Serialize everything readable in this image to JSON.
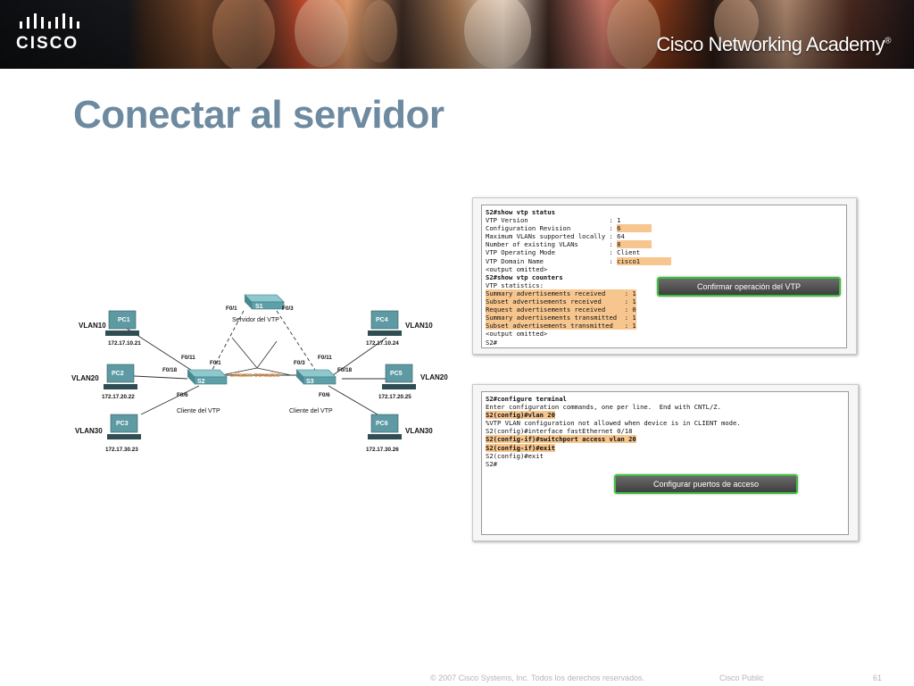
{
  "header": {
    "logo_text": "CISCO",
    "academy_name": "Cisco Networking Academy",
    "academy_mark": "®"
  },
  "slide": {
    "title": "Conectar al servidor"
  },
  "diagram": {
    "switches": [
      {
        "id": "S1",
        "role_label": "Servidor del VTP"
      },
      {
        "id": "S2",
        "role_label": "Cliente del VTP"
      },
      {
        "id": "S3",
        "role_label": "Cliente del VTP"
      }
    ],
    "trunk_label": "Enlaces troncales",
    "ports": {
      "s1_left": "F0/1",
      "s1_right": "F0/3",
      "s2_top_left": "F0/11",
      "s2_left": "F0/18",
      "s2_top": "F0/1",
      "s2_bottom": "F0/6",
      "s3_top": "F0/3",
      "s3_top_right": "F0/11",
      "s3_right": "F0/18",
      "s3_bottom": "F0/6"
    },
    "pcs": [
      {
        "name": "PC1",
        "vlan": "VLAN10",
        "ip": "172.17.10.21"
      },
      {
        "name": "PC2",
        "vlan": "VLAN20",
        "ip": "172.17.20.22"
      },
      {
        "name": "PC3",
        "vlan": "VLAN30",
        "ip": "172.17.30.23"
      },
      {
        "name": "PC4",
        "vlan": "VLAN10",
        "ip": "172.17.10.24"
      },
      {
        "name": "PC5",
        "vlan": "VLAN20",
        "ip": "172.17.20.25"
      },
      {
        "name": "PC6",
        "vlan": "VLAN30",
        "ip": "172.17.30.26"
      }
    ]
  },
  "terminal1": {
    "lines": [
      {
        "text": "S2#show vtp status",
        "bold": true
      },
      {
        "text": "VTP Version                     : 1"
      },
      {
        "text": "Configuration Revision          : ",
        "hl": "6"
      },
      {
        "text": "Maximum VLANs supported locally : 64"
      },
      {
        "text": "Number of existing VLANs        : ",
        "hl": "8"
      },
      {
        "text": "VTP Operating Mode              : Client"
      },
      {
        "text": "VTP Domain Name                 : ",
        "hl": "cisco1"
      },
      {
        "text": "<output omitted>"
      },
      {
        "text": "S2#show vtp counters",
        "bold": true
      },
      {
        "text": "VTP statistics:"
      },
      {
        "text": "Summary advertisements received     : 1",
        "hlall": true
      },
      {
        "text": "Subset advertisements received      : 1",
        "hlall": true
      },
      {
        "text": "Request advertisements received     : 0",
        "hlall": true
      },
      {
        "text": "Summary advertisements transmitted  : 1",
        "hlall": true
      },
      {
        "text": "Subset advertisements transmitted   : 1",
        "hlall": true
      },
      {
        "text": "<output omitted>"
      },
      {
        "text": "S2#"
      }
    ],
    "button_label": "Confirmar operación del VTP"
  },
  "terminal2": {
    "lines": [
      {
        "text": "S2#configure terminal",
        "bold": true
      },
      {
        "text": "Enter configuration commands, one per line.  End with CNTL/Z."
      },
      {
        "text": "S2(config)#vlan 20",
        "hlall": true,
        "bold": true
      },
      {
        "text": "%VTP VLAN configuration not allowed when device is in CLIENT mode."
      },
      {
        "text": "S2(config)#interface fastEthernet 0/18"
      },
      {
        "text": "S2(config-if)#switchport access vlan 20",
        "hlall": true,
        "bold": true
      },
      {
        "text": "S2(config-if)#exit",
        "hlall": true,
        "bold": true
      },
      {
        "text": "S2(config)#exit"
      },
      {
        "text": "S2#"
      }
    ],
    "button_label": "Configurar puertos de acceso"
  },
  "footer": {
    "copyright": "© 2007 Cisco Systems, Inc. Todos los derechos reservados.",
    "classification": "Cisco Public",
    "page_number": "61"
  },
  "colors": {
    "title": "#6e8aa0",
    "highlight": "#f7c68e",
    "button_border": "#3fbf3f",
    "trunk_label": "#e07000",
    "switch": "#5fa0a8"
  }
}
